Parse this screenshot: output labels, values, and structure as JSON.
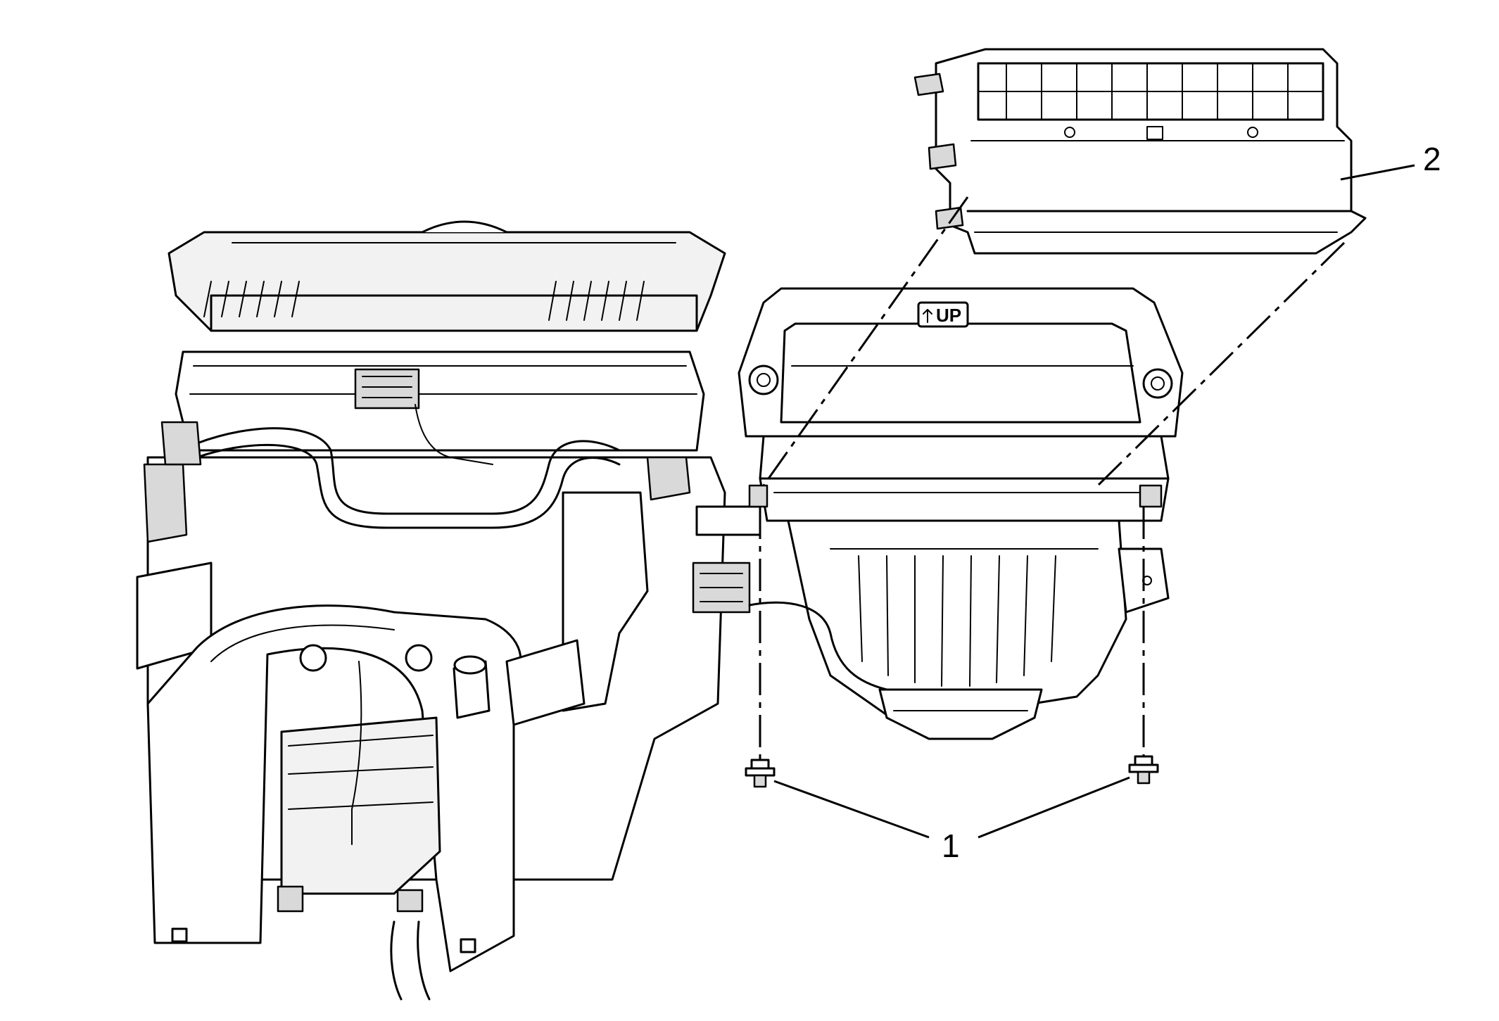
{
  "callouts": {
    "one": "1",
    "two": "2"
  },
  "orientation_mark": "UP",
  "colors": {
    "line": "#000000",
    "background": "#ffffff"
  }
}
